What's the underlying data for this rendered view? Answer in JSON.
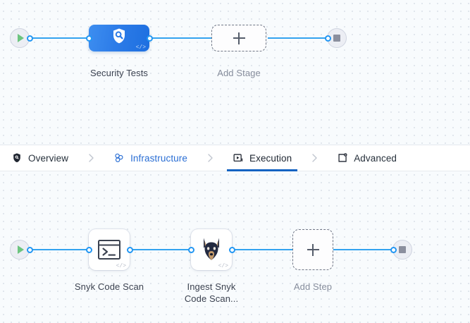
{
  "tabs": [
    {
      "label": "Overview",
      "icon": "shield-icon",
      "state": "default"
    },
    {
      "label": "Infrastructure",
      "icon": "infrastructure-icon",
      "state": "link"
    },
    {
      "label": "Execution",
      "icon": "execution-icon",
      "state": "active"
    },
    {
      "label": "Advanced",
      "icon": "advanced-gear-icon",
      "state": "default"
    }
  ],
  "separator_icon": "chevron-right-icon",
  "stage_graph": {
    "start_node": {
      "icon": "play-icon"
    },
    "end_node": {
      "icon": "stop-icon"
    },
    "stage": {
      "label": "Security Tests",
      "icon": "shield-search-icon",
      "code_badge": "</>"
    },
    "add_stage": {
      "label": "Add Stage",
      "icon": "plus-icon"
    }
  },
  "step_graph": {
    "start_node": {
      "icon": "play-icon"
    },
    "end_node": {
      "icon": "stop-icon"
    },
    "steps": [
      {
        "label_line1": "Snyk Code Scan",
        "label_line2": "",
        "icon": "terminal-icon",
        "code_badge": "</>"
      },
      {
        "label_line1": "Ingest Snyk",
        "label_line2": "Code Scan...",
        "icon": "doberman-icon",
        "code_badge": "</>"
      }
    ],
    "add_step": {
      "label": "Add Step",
      "icon": "plus-icon"
    }
  },
  "colors": {
    "connector": "#33a3ef",
    "port": "#2196f3",
    "stage_blue": "#2d7ce8",
    "active_tab": "#1463c2",
    "link_tab": "#2a6ed4",
    "play_green": "#6cc47f",
    "stop_gray": "#8b8f9e"
  }
}
